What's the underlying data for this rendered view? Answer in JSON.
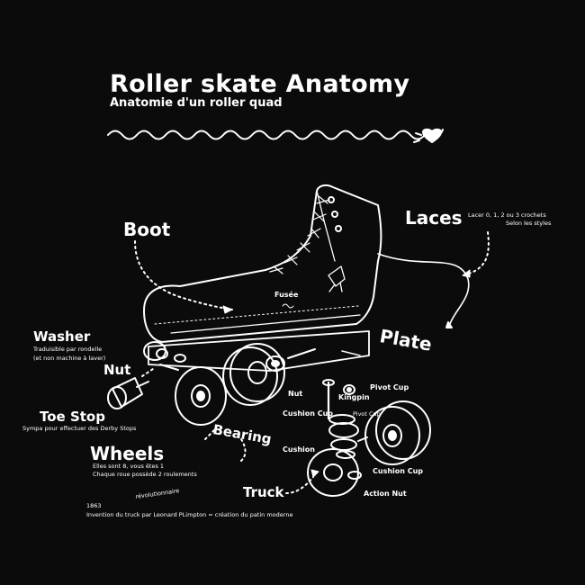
{
  "title": "Roller skate Anatomy",
  "subtitle": "Anatomie d'un roller quad",
  "labels": {
    "boot": "Boot",
    "laces": "Laces",
    "laces_note_1": "Lacer 0, 1, 2 ou 3 crochets",
    "laces_note_2": "Selon les styles",
    "fusee": "Fusée",
    "plate": "Plate",
    "washer": "Washer",
    "washer_note_1": "Traduisible par rondelle",
    "washer_note_2": "(et non machine à laver)",
    "nut": "Nut",
    "nut_small": "Nut",
    "kingpin": "Kingpin",
    "pivot_cup": "Pivot Cup",
    "pivot_cup_small": "Pivot Cup",
    "cushion_cup_top": "Cushion Cup",
    "cushion": "Cushion",
    "cushion_cup_bottom": "Cushion Cup",
    "action_nut": "Action Nut",
    "toe_stop": "Toe Stop",
    "toe_stop_note": "Sympa pour effectuer des Derby Stops",
    "bearing": "Bearing",
    "wheels": "Wheels",
    "wheels_note_1": "Elles sont 8, vous êtes 1",
    "wheels_note_2": "Chaque roue possède 2 roulements",
    "truck": "Truck",
    "truck_year": "1863",
    "truck_word": "révolutionnaire",
    "truck_note": "Invention du truck par Leonard PLimpton = création du patin moderne"
  },
  "colors": {
    "background": "#0b0b0b",
    "ink": "#ffffff"
  },
  "icons": [
    "heart-icon",
    "wave-divider",
    "roller-skate-illustration"
  ]
}
